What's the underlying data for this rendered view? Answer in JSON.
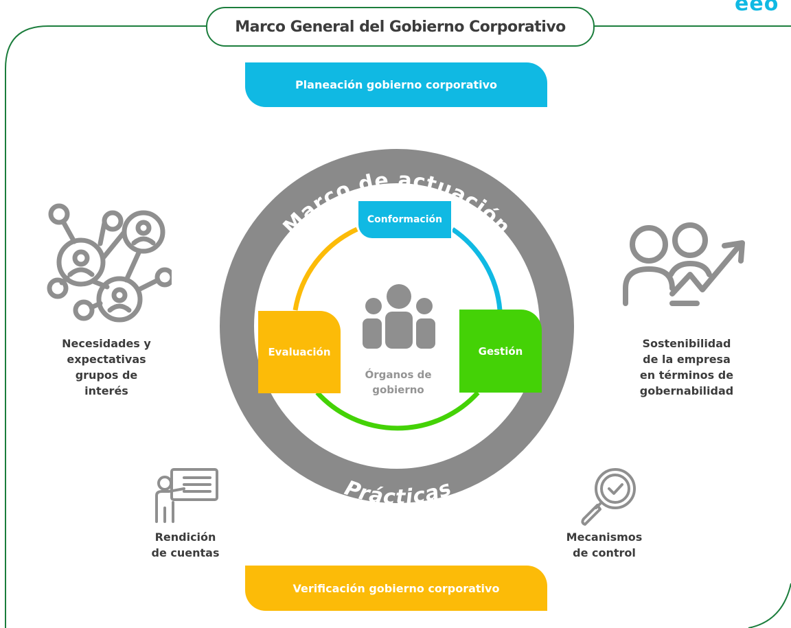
{
  "title": "Marco General del Gobierno Corporativo",
  "top_bar": "Planeación gobierno corporativo",
  "bottom_bar": "Verificación gobierno corporativo",
  "ring": {
    "top_text": "Marco de actuación",
    "bottom_text": "Prácticas"
  },
  "stages": {
    "conformacion": "Conformación",
    "gestion": "Gestión",
    "evaluacion": "Evaluación"
  },
  "center": {
    "line1": "Órganos de",
    "line2": "gobierno"
  },
  "left_group": {
    "line1": "Necesidades y",
    "line2": "expectativas",
    "line3": "grupos de",
    "line4": "interés"
  },
  "right_group": {
    "line1": "Sostenibilidad",
    "line2": "de la empresa",
    "line3": "en términos de",
    "line4": "gobernabilidad"
  },
  "bottom_left": {
    "line1": "Rendición",
    "line2": "de cuentas"
  },
  "bottom_right": {
    "line1": "Mecanismos",
    "line2": "de control"
  },
  "logo_fragment": "eeo",
  "colors": {
    "frame_green": "#1b7d3c",
    "blue": "#10b9e3",
    "green": "#44d206",
    "yellow": "#fcbb08",
    "ring_gray": "#8a8a8a",
    "icon_gray": "#8f8f8f",
    "text_dark": "#3c3c3c"
  }
}
